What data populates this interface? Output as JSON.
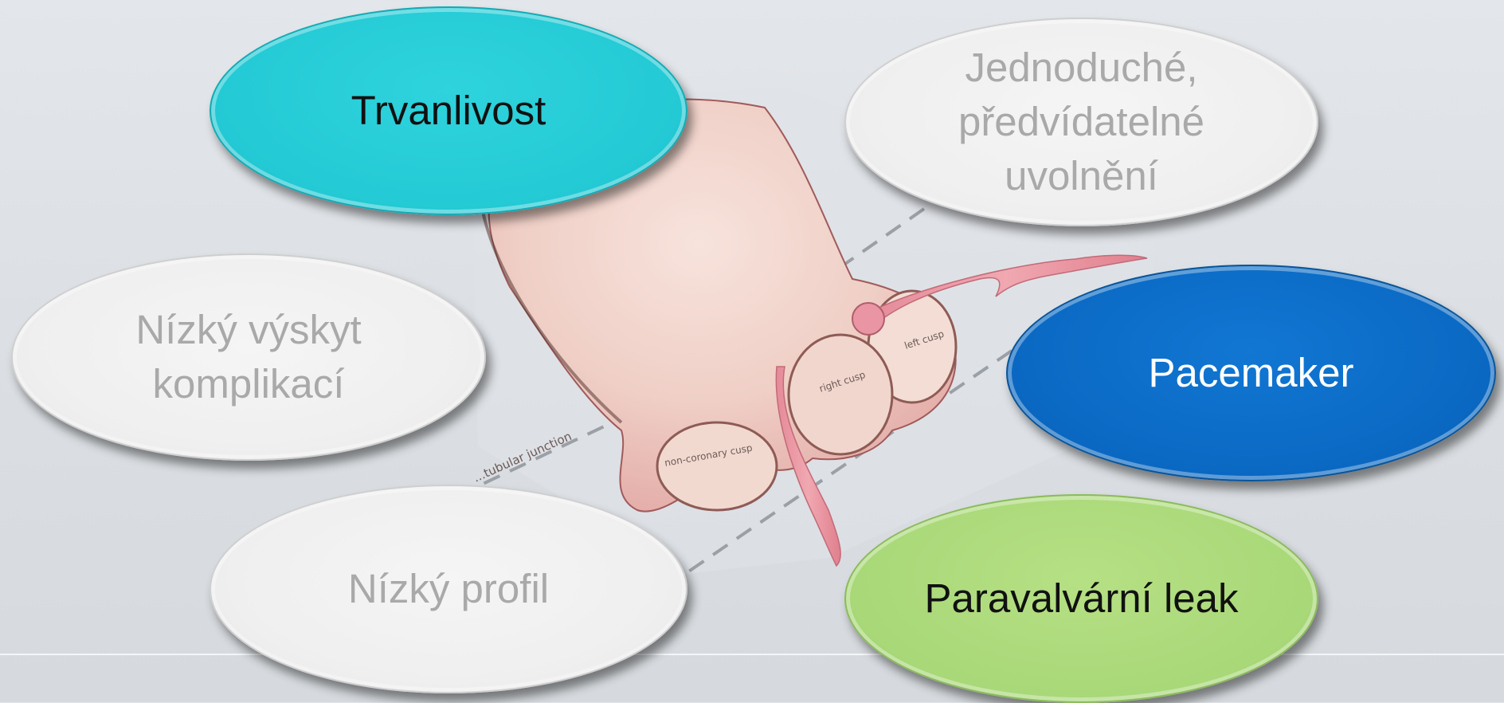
{
  "bubbles": {
    "trvanlivost": {
      "label": "Trvanlivost",
      "color": "#23c9d4"
    },
    "jednoduche": {
      "label": "Jednoduché, předvídatelné uvolnění",
      "color": "#efefef"
    },
    "nizky_vyskyt": {
      "label": "Nízký výskyt komplikací",
      "color": "#efefef"
    },
    "pacemaker": {
      "label": "Pacemaker",
      "color": "#0a68c2"
    },
    "nizky_profil": {
      "label": "Nízký profil",
      "color": "#efefef"
    },
    "paravalvarni": {
      "label": "Paravalvární leak",
      "color": "#a8d878"
    }
  },
  "illustration": {
    "label_sinotubular": "...tubular junction",
    "label_left_cusp": "left cusp",
    "label_right_cusp": "right cusp",
    "label_noncoronary_cusp": "non-coronary cusp"
  },
  "colors": {
    "tissue": "#efc9c2",
    "vessel": "#e8919c"
  }
}
